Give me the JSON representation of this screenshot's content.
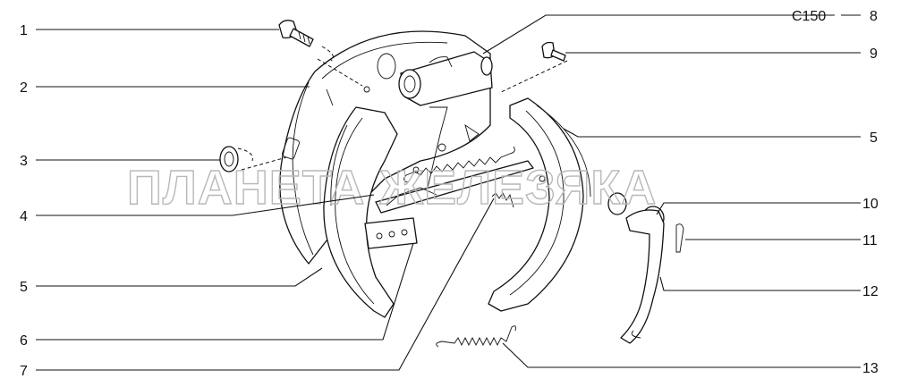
{
  "diagram": {
    "header_label": "C150",
    "watermark": "ПЛАНЕТА ЖЕЛЕЗЯКА",
    "callouts": [
      {
        "id": "1",
        "label": "1"
      },
      {
        "id": "2",
        "label": "2"
      },
      {
        "id": "3",
        "label": "3"
      },
      {
        "id": "4",
        "label": "4"
      },
      {
        "id": "5L",
        "label": "5"
      },
      {
        "id": "6",
        "label": "6"
      },
      {
        "id": "7",
        "label": "7"
      },
      {
        "id": "8",
        "label": "8"
      },
      {
        "id": "9",
        "label": "9"
      },
      {
        "id": "5R",
        "label": "5"
      },
      {
        "id": "10",
        "label": "10"
      },
      {
        "id": "11",
        "label": "11"
      },
      {
        "id": "12",
        "label": "12"
      },
      {
        "id": "13",
        "label": "13"
      }
    ]
  }
}
